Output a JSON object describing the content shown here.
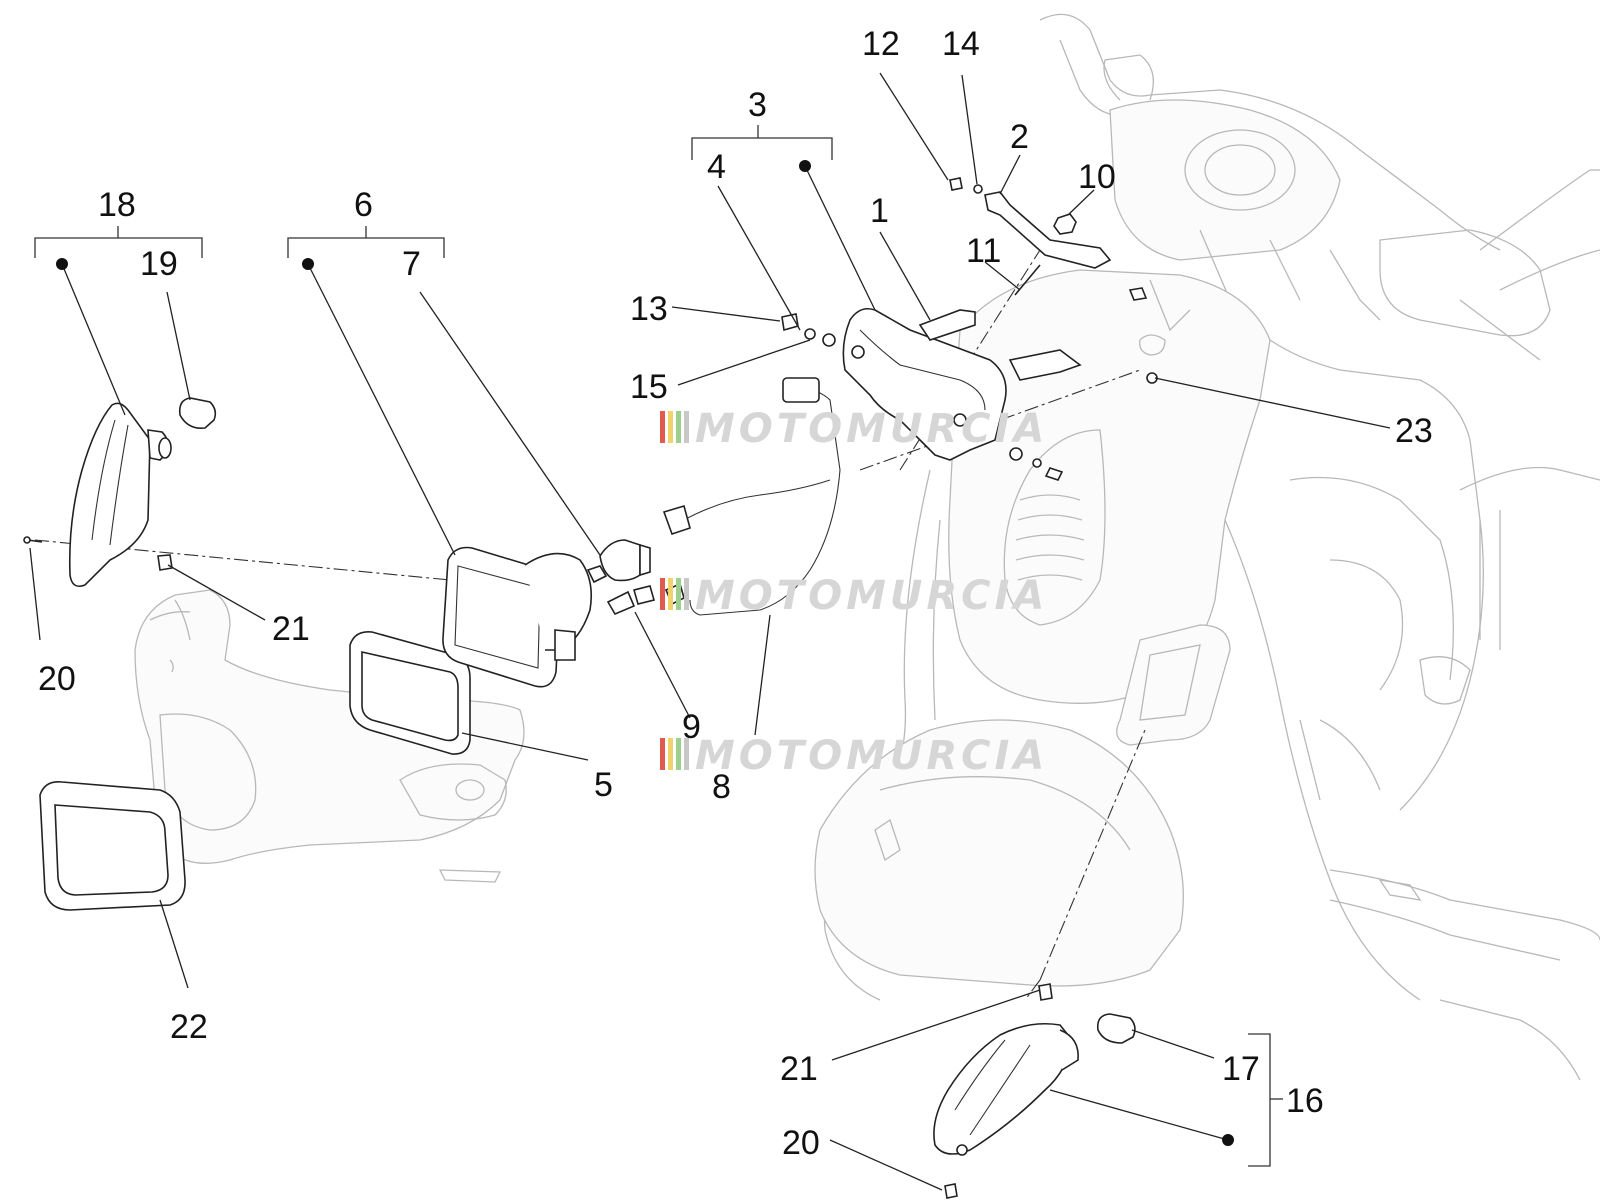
{
  "watermark": {
    "text": "MOTOMURCIA",
    "colors": [
      "#e05a4f",
      "#f0d36a",
      "#9bd08c",
      "#c8c8c8"
    ]
  },
  "labels": {
    "l1": "1",
    "l2": "2",
    "l3": "3",
    "l4": "4",
    "l5": "5",
    "l6": "6",
    "l7": "7",
    "l8": "8",
    "l9": "9",
    "l10": "10",
    "l11": "11",
    "l12": "12",
    "l13": "13",
    "l14": "14",
    "l15": "15",
    "l16": "16",
    "l17": "17",
    "l18": "18",
    "l19": "19",
    "l20a": "20",
    "l20b": "20",
    "l21a": "21",
    "l21b": "21",
    "l22": "22",
    "l23": "23"
  }
}
